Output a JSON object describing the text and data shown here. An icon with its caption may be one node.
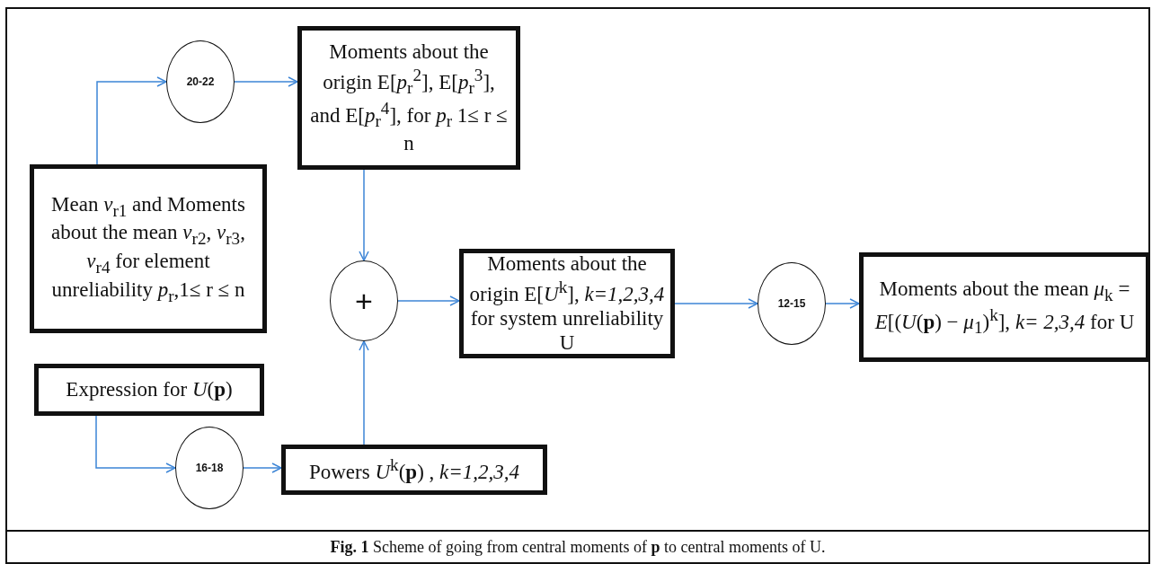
{
  "diagram": {
    "caption": "**Fig. 1** Scheme of going from central moments of **p** to central moments of U.",
    "nodes": [
      {
        "text": [
          "Mean *ν*$_{r1}$ and Moments about the mean *ν*$_{r2}$, *ν*$_{r3}$, *ν*$_{r4}$ for element unreliability *p*$_{r}$,1≤ r ≤ n"
        ]
      },
      {
        "text": [
          "20-22"
        ]
      },
      {
        "text": [
          "Moments about the origin E[*p*$_{r}$$^{2}$], E[*p*$_{r}$$^{3}$], and E[*p*$_{r}$$^{4}$], for *p*$_{r}$ 1≤ r ≤ n"
        ]
      },
      {
        "text": [
          "+"
        ]
      },
      {
        "text": [
          "Moments about the origin E[*U*$^{k}$], *k=1,2,3,4* for system unreliability U"
        ]
      },
      {
        "text": [
          "12-15"
        ]
      },
      {
        "text": [
          "Moments about the mean *μ*$_{k}$ = *E*[(*U*(**p**) − *μ*$_{1}$)$^{k}$], *k= 2,3,4* for U"
        ]
      },
      {
        "text": [
          "Expression for *U*(**p**)"
        ]
      },
      {
        "text": [
          "16-18"
        ]
      },
      {
        "text": [
          "Powers *U*$^{k}$(**p**) , *k=1,2,3,4*"
        ]
      }
    ],
    "edges": [
      {
        "from": 0,
        "to": 1,
        "arrow": "to"
      },
      {
        "from": 1,
        "to": 2,
        "arrow": "to"
      },
      {
        "from": 2,
        "to": 3,
        "arrow": "to"
      },
      {
        "from": 9,
        "to": 3,
        "arrow": "to"
      },
      {
        "from": 3,
        "to": 4,
        "arrow": "to"
      },
      {
        "from": 4,
        "to": 5,
        "arrow": "to"
      },
      {
        "from": 5,
        "to": 6,
        "arrow": "to"
      },
      {
        "from": 7,
        "to": 8,
        "arrow": "to"
      },
      {
        "from": 8,
        "to": 9,
        "arrow": "to"
      }
    ]
  }
}
